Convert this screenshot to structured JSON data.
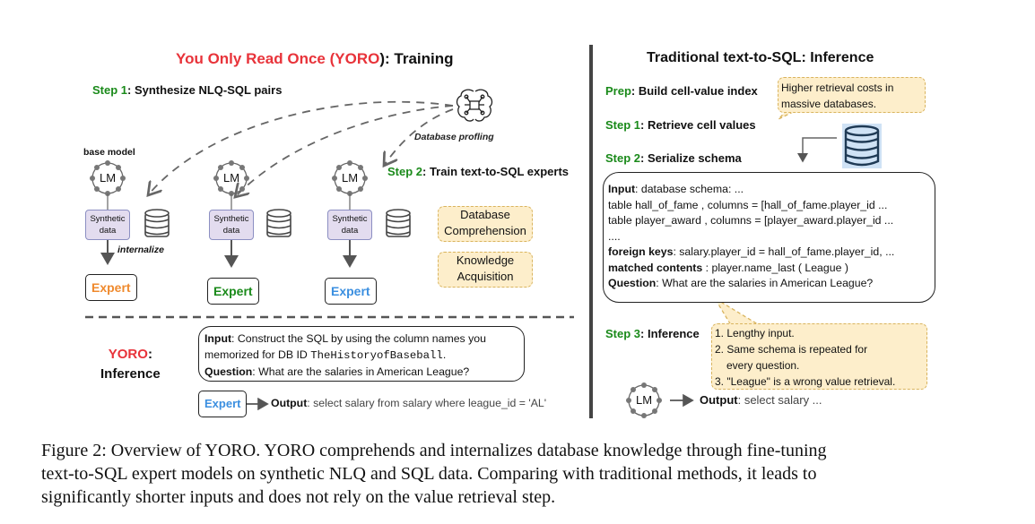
{
  "left_panel": {
    "title": {
      "part1": "You Only Read Once (",
      "part2": "YORO",
      "part3": "): Training"
    },
    "step1": {
      "label": "Step 1",
      "text": ": Synthesize NLQ-SQL pairs"
    },
    "step2": {
      "label": "Step 2",
      "text": ": Train text-to-SQL experts"
    },
    "profiling_label": "Database profling",
    "base_model_label": "base model",
    "lm_label": "LM",
    "synthetic_label_line1": "Synthetic",
    "synthetic_label_line2": "data",
    "internalize_label": "internalize",
    "experts": [
      {
        "label": "Expert",
        "color": "#ef8a2e"
      },
      {
        "label": "Expert",
        "color": "#1a8a1a"
      },
      {
        "label": "Expert",
        "color": "#3b8fe0"
      }
    ],
    "callouts": [
      {
        "line1": "Database",
        "line2": "Comprehension"
      },
      {
        "line1": "Knowledge",
        "line2": "Acquisition"
      }
    ],
    "inference": {
      "title_red": "YORO",
      "title_colon": ":",
      "title_line2": "Inference",
      "input_label": "Input",
      "input_text_1": ": Construct the SQL by using the column names you",
      "input_text_2": "memorized for DB ID ",
      "db_id": "TheHistoryofBaseball",
      "input_text_end": ".",
      "question_label": "Question",
      "question_text": ": What are the salaries in American League?",
      "expert_label": "Expert",
      "output_label": "Output",
      "output_text": ": select salary from salary where league_id = 'AL'"
    }
  },
  "right_panel": {
    "title": "Traditional text-to-SQL: Inference",
    "prep": {
      "label": "Prep",
      "text": ": Build cell-value index"
    },
    "step1": {
      "label": "Step 1",
      "text": ": Retrieve cell values"
    },
    "step2": {
      "label": "Step 2",
      "text": ": Serialize schema"
    },
    "step3": {
      "label": "Step 3",
      "text": ": Inference"
    },
    "retrieval_callout": {
      "line1": "Higher retrieval costs in",
      "line2": "massive databases."
    },
    "input_box": {
      "input_label": "Input",
      "input_text": ": database schema: ...",
      "line2": "table hall_of_fame , columns = [hall_of_fame.player_id ...",
      "line3": "table player_award , columns = [player_award.player_id ...",
      "line4": "....",
      "fk_label": "foreign keys",
      "fk_text": ": salary.player_id = hall_of_fame.player_id, ...",
      "matched_label": "matched contents",
      "matched_text": " : player.name_last ( League )",
      "question_label": "Question",
      "question_text": ": What are the salaries in American League?"
    },
    "issues_callout": {
      "item1": "1. Lengthy input.",
      "item2a": "2. Same schema is repeated for",
      "item2b": "every question.",
      "item3": "3. \"League\" is a wrong value retrieval."
    },
    "lm_label": "LM",
    "output_label": "Output",
    "output_text": ": select salary ..."
  },
  "caption": {
    "line1": "Figure 2: Overview of YORO. YORO comprehends and internalizes database knowledge through fine-tuning",
    "line2": "text-to-SQL expert models on synthetic NLQ and SQL data.  Comparing with traditional methods, it leads to",
    "line3": "significantly shorter inputs and does not rely on the value retrieval step."
  }
}
